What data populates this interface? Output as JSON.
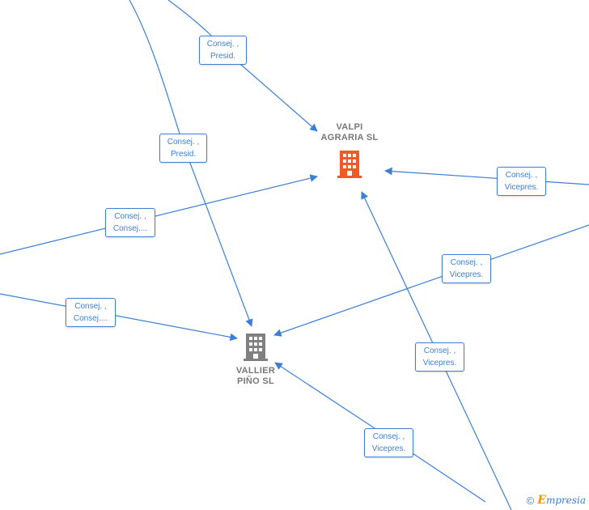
{
  "nodes": {
    "valpi": {
      "name_line1": "VALPI",
      "name_line2": "AGRARIA  SL",
      "icon": "building-icon",
      "color": "#f15a24"
    },
    "vallier": {
      "name_line1": "VALLIER",
      "name_line2": "PIÑO SL",
      "icon": "building-icon",
      "color": "#808080"
    }
  },
  "edge_labels": [
    {
      "line1": "Consej. ,",
      "line2": "Presid."
    },
    {
      "line1": "Consej. ,",
      "line2": "Presid."
    },
    {
      "line1": "Consej. ,",
      "line2": "Vicepres."
    },
    {
      "line1": "Consej. ,",
      "line2": "Consej...."
    },
    {
      "line1": "Consej. ,",
      "line2": "Vicepres."
    },
    {
      "line1": "Consej. ,",
      "line2": "Consej...."
    },
    {
      "line1": "Consej. ,",
      "line2": "Vicepres."
    },
    {
      "line1": "Consej. ,",
      "line2": "Vicepres."
    }
  ],
  "footer": {
    "copyright_symbol": "©",
    "brand_first": "E",
    "brand_rest": "mpresia"
  },
  "colors": {
    "edge": "#3d7fd4",
    "label_text": "#3d7fd4",
    "node_text": "#777777"
  }
}
